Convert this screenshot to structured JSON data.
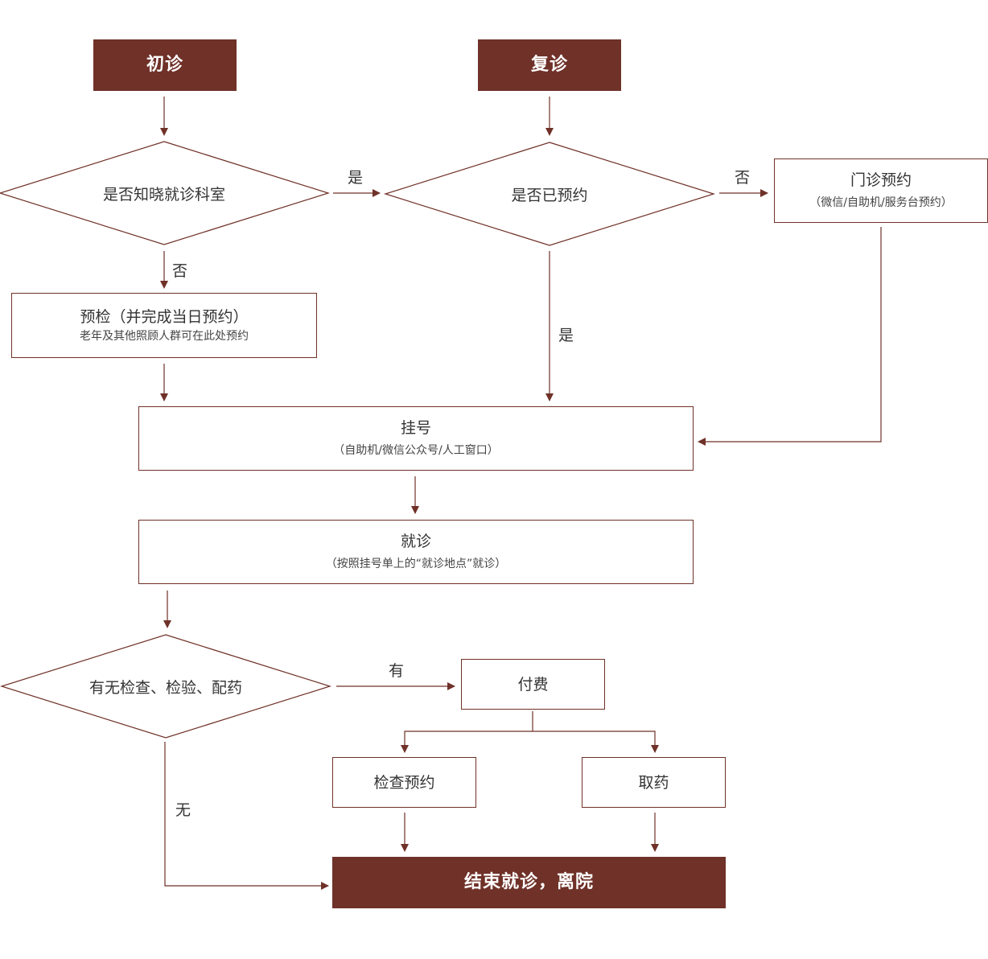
{
  "nodes": {
    "first_visit": "初诊",
    "return_visit": "复诊",
    "know_department": "是否知晓就诊科室",
    "already_booked": "是否已预约",
    "outpatient_booking": "门诊预约",
    "outpatient_booking_sub": "（微信/自助机/服务台预约）",
    "precheck": "预检（并完成当日预约）",
    "precheck_sub": "老年及其他照顾人群可在此处预约",
    "register": "挂号",
    "register_sub": "（自助机/微信公众号/人工窗口）",
    "consult": "就诊",
    "consult_sub": "（按照挂号单上的“就诊地点”就诊）",
    "exam_question": "有无检查、检验、配药",
    "payment": "付费",
    "exam_booking": "检查预约",
    "pickup_medicine": "取药",
    "finish": "结束就诊，离院"
  },
  "labels": {
    "yes_1": "是",
    "no_1": "否",
    "no_2": "否",
    "yes_2": "是",
    "has": "有",
    "none": "无"
  },
  "colors": {
    "accent": "#6f3128",
    "text": "#333333",
    "background": "#ffffff"
  }
}
